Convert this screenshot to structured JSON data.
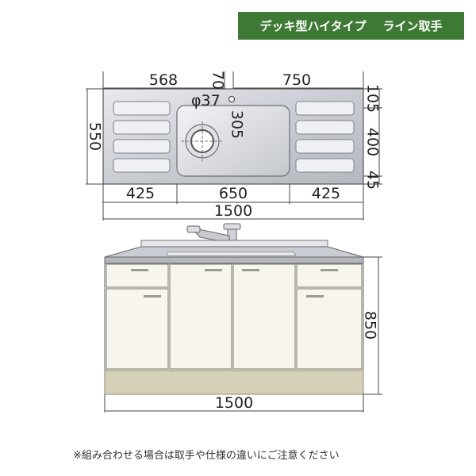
{
  "header": {
    "title_left": "デッキ型ハイタイプ",
    "title_right": "ライン取手",
    "background_color": "#3e7a35"
  },
  "top_view": {
    "dim_left_top": "568",
    "dim_center_top": "70",
    "dim_right_top": "750",
    "dim_faucet_hole": "φ37",
    "dim_bowl_offset": "305",
    "dim_depth": "550",
    "dim_right_1": "105",
    "dim_right_2": "400",
    "dim_right_3": "45",
    "dim_bottom_left": "425",
    "dim_bottom_center": "650",
    "dim_bottom_right": "425",
    "dim_total_width": "1500"
  },
  "front_view": {
    "dim_height": "850",
    "dim_width": "1500",
    "cabinet_color": "#f5f3ea",
    "plinth_color": "#d7d0b8"
  },
  "footnote": "※組み合わせる場合は取手や仕様の違いにご注意ください"
}
